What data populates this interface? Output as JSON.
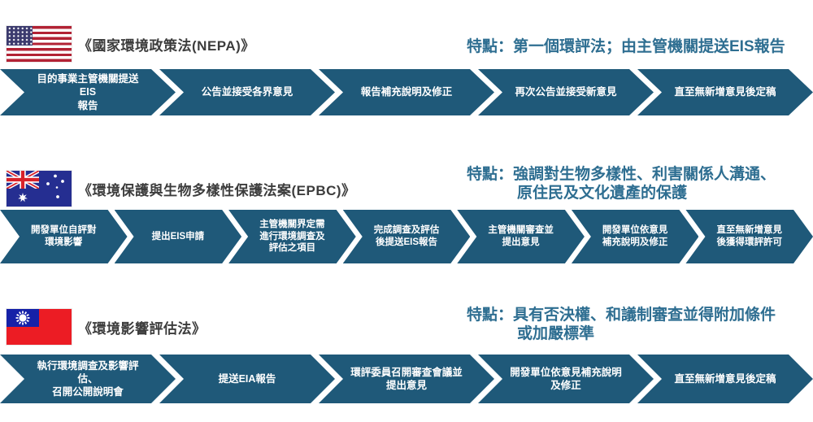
{
  "colors": {
    "chevron": "#1f5979",
    "feature_text": "#2e6e91",
    "title_text": "#3c3c3c",
    "step_text": "#ffffff"
  },
  "sections": [
    {
      "country": "USA",
      "flag_icon": "usa-flag-icon",
      "title": "《國家環境政策法(NEPA)》",
      "feature": {
        "line1": "特點：第一個環評法；由主管機關提送EIS報告",
        "line2": ""
      },
      "steps": [
        "目的事業主管機關提送EIS\n報告",
        "公告並接受各界意見",
        "報告補充說明及修正",
        "再次公告並接受新意見",
        "直至無新增意見後定稿"
      ]
    },
    {
      "country": "Australia",
      "flag_icon": "australia-flag-icon",
      "title": "《環境保護與生物多樣性保護法案(EPBC)》",
      "feature": {
        "line1": "特點：強調對生物多樣性、利害關係人溝通、",
        "line2": "原住民及文化遺產的保護"
      },
      "steps": [
        "開發單位自評對\n環境影響",
        "提出EIS申請",
        "主管機關界定需\n進行環境調查及\n評估之項目",
        "完成調查及評估\n後提送EIS報告",
        "主管機關審查並\n提出意見",
        "開發單位依意見\n補充說明及修正",
        "直至無新增意見\n後獲得環評許可"
      ]
    },
    {
      "country": "Taiwan",
      "flag_icon": "taiwan-flag-icon",
      "title": "《環境影響評估法》",
      "feature": {
        "line1": "特點：具有否決權、和議制審查並得附加條件",
        "line2": "或加嚴標準"
      },
      "steps": [
        "執行環境調查及影響評估、\n召開公開說明會",
        "提送EIA報告",
        "環評委員召開審查會議並\n提出意見",
        "開發單位依意見補充說明\n及修正",
        "直至無新增意見後定稿"
      ]
    }
  ]
}
